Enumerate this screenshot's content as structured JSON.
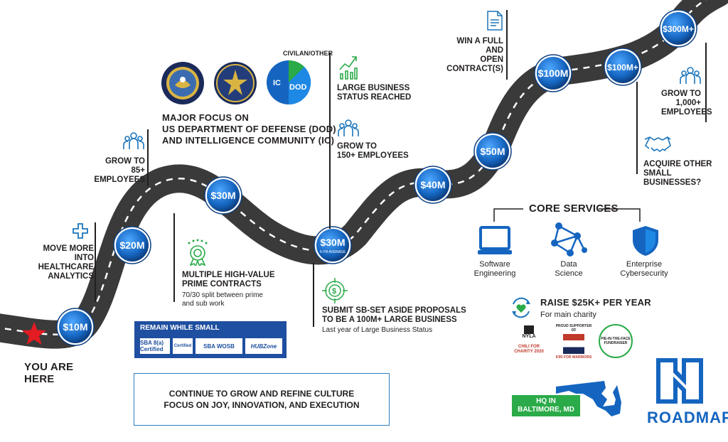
{
  "you_are_here": "YOU ARE\nHERE",
  "milestones": [
    "$10M",
    "$20M",
    "$30M",
    "$30M",
    "$40M",
    "$50M",
    "$100M",
    "$100M+",
    "$300M+"
  ],
  "milestone_sub": "5-YR AVERAGE",
  "healthcare": "MOVE MORE INTO\nHEALTHCARE\nANALYTICS",
  "grow85": "GROW TO\n85+ EMPLOYEES",
  "dod_focus": "MAJOR FOCUS ON\nUS DEPARTMENT OF DEFENSE (DOD)\nAND INTELLIGENCE COMMUNITY (IC)",
  "pie": {
    "civilian": "CIVILAN/OTHER",
    "ic": "IC",
    "dod": "DOD"
  },
  "prime_contracts": "MULTIPLE HIGH-VALUE\nPRIME CONTRACTS",
  "prime_split": "70/30 split between prime\nand sub work",
  "remain_small": "REMAIN WHILE SMALL",
  "certs": [
    "SBA 8(a) Certified",
    "Certified",
    "SBA WOSB",
    "HUBZone"
  ],
  "culture_1": "CONTINUE TO GROW AND REFINE CULTURE",
  "culture_2": "FOCUS ON JOY, INNOVATION, AND EXECUTION",
  "large_business": "LARGE BUSINESS\nSTATUS REACHED",
  "grow150": "GROW TO\n150+ EMPLOYEES",
  "sb_set_aside": "SUBMIT SB-SET ASIDE  PROPOSALS\nTO BE A 100M+ LARGE BUSINESS",
  "sb_set_aside_sub": "Last year of Large Business Status",
  "full_contract": "WIN A FULL AND\nOPEN CONTRACT(S)",
  "grow1000": "GROW TO\n1,000+\nEMPLOYEES",
  "acquire": "ACQUIRE OTHER\nSMALL BUSINESSES?",
  "core_services": "CORE SERVICES",
  "services": [
    "Software\nEngineering",
    "Data\nScience",
    "Enterprise\nCybersecurity"
  ],
  "charity_title": "RAISE $25K+ PER YEAR",
  "charity_sub": "For main charity",
  "charity_logos": [
    "NYLA",
    "CHILI FOR CHARITY 2020",
    "PROUD SUPPORTER OF",
    "K9S FOR WARRIORS",
    "PIE-IN-THE-FACE FUNDRAISER"
  ],
  "hq": "HQ IN\nBALTIMORE, MD",
  "roadmap": "ROADMAP",
  "colors": {
    "road": "#333333",
    "blue": "#1565c0",
    "green": "#2aaa48",
    "star": "#e31b23"
  }
}
